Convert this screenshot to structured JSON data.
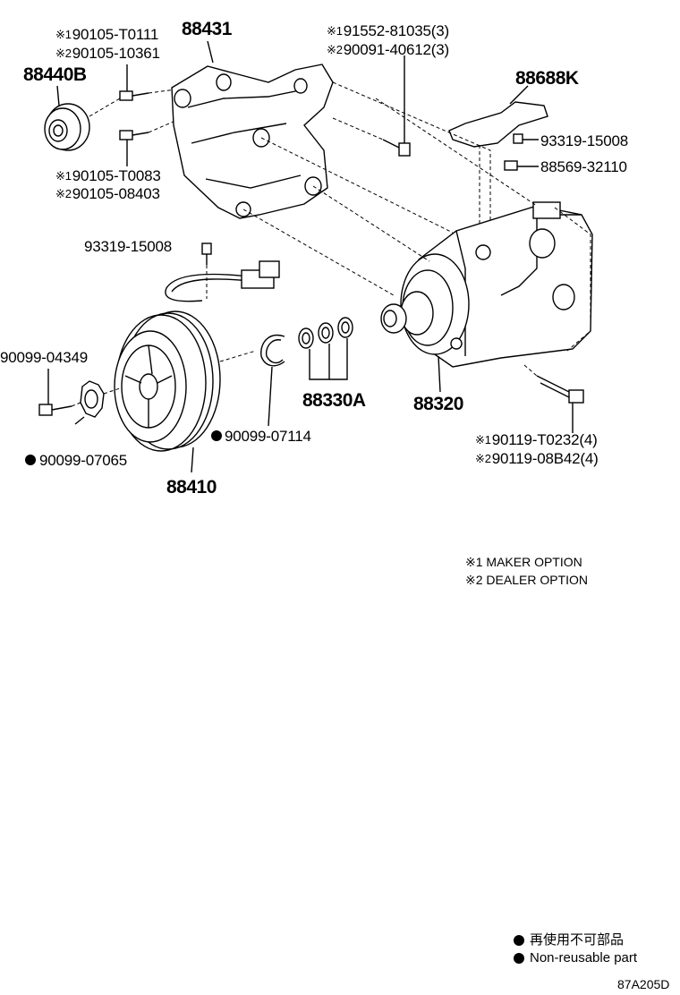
{
  "parts": {
    "bracket": "88431",
    "idler_pulley": "88440B",
    "bracket_bolt_top_maker": "90105-T0111",
    "bracket_bolt_top_dealer": "90105-10361",
    "bracket_bolt_bot_maker": "90105-T0083",
    "bracket_bolt_bot_dealer": "90105-08403",
    "bolt_3_maker": "91552-81035(3)",
    "bolt_3_dealer": "90091-40612(3)",
    "cover_bracket": "88688K",
    "screw_bracket": "93319-15008",
    "clamp": "88569-32110",
    "wire_screw": "93319-15008",
    "clutch_bolt": "90099-04349",
    "clutch_washer": "90099-07065",
    "snap_ring": "90099-07114",
    "shims": "88330A",
    "compressor": "88320",
    "clutch": "88410",
    "comp_bolt_maker": "90119-T0232(4)",
    "comp_bolt_dealer": "90119-08B42(4)"
  },
  "marks": {
    "m1": "※1",
    "m2": "※2"
  },
  "notes": {
    "maker": "※1 MAKER OPTION",
    "dealer": "※2 DEALER OPTION"
  },
  "legend": {
    "jp": "再使用不可部品",
    "en": "Non-reusable part"
  },
  "figure_code": "87A205D"
}
